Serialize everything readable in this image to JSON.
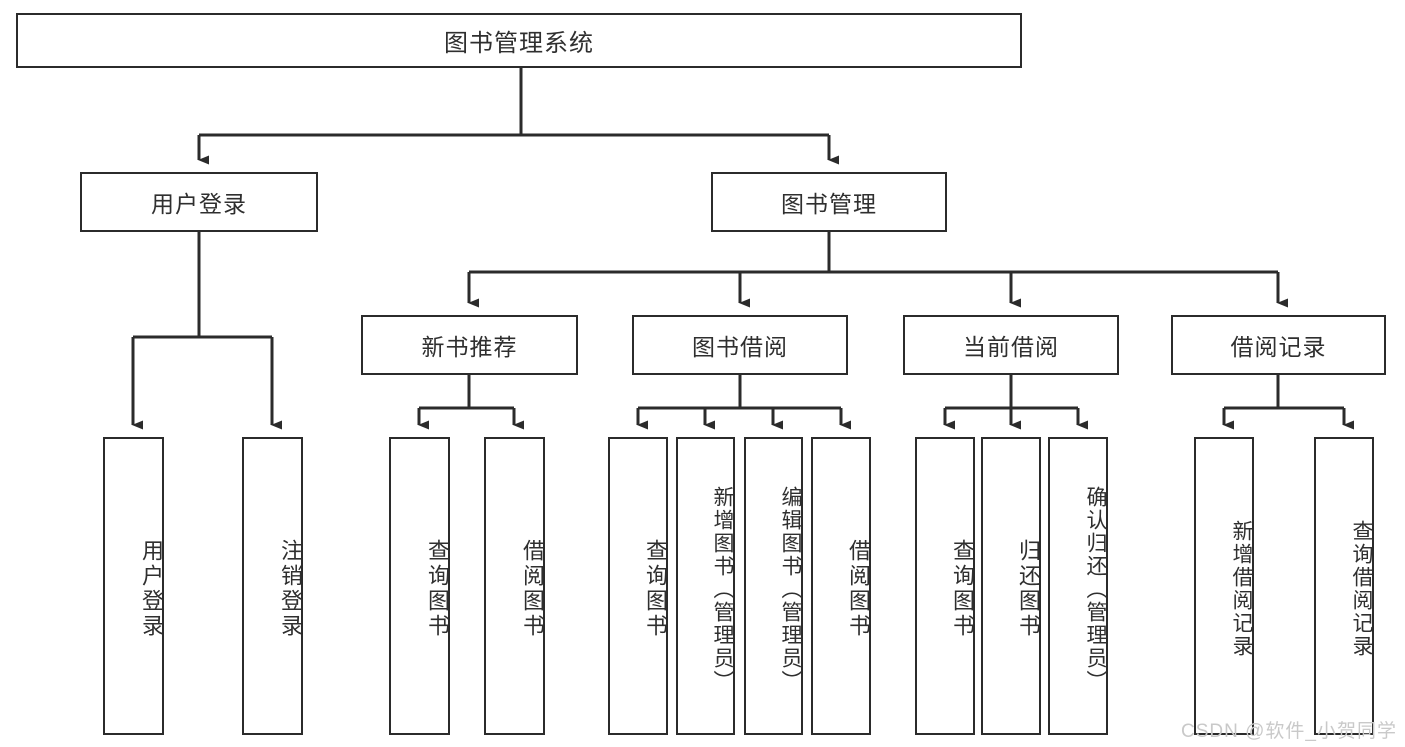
{
  "diagram": {
    "title": "图书管理系统",
    "type": "tree-hierarchy-diagram",
    "watermark": "CSDN @软件_小贺同学",
    "colors": {
      "box_border": "#2b2b2b",
      "box_fill": "#ffffff",
      "connector": "#2b2b2b",
      "text": "#2f2f2f",
      "watermark": "#c9c9c9",
      "background": "#ffffff"
    },
    "root": {
      "label": "图书管理系统"
    },
    "level2": [
      {
        "label": "用户登录"
      },
      {
        "label": "图书管理"
      }
    ],
    "level3": [
      {
        "label": "新书推荐"
      },
      {
        "label": "图书借阅"
      },
      {
        "label": "当前借阅"
      },
      {
        "label": "借阅记录"
      }
    ],
    "leaves": {
      "user_login": [
        {
          "label": "用户登录"
        },
        {
          "label": "注销登录"
        }
      ],
      "new_book_recommend": [
        {
          "label": "查询图书"
        },
        {
          "label": "借阅图书"
        }
      ],
      "book_borrow": [
        {
          "label": "查询图书"
        },
        {
          "label": "新增图书（管理员）"
        },
        {
          "label": "编辑图书（管理员）"
        },
        {
          "label": "借阅图书"
        }
      ],
      "current_borrow": [
        {
          "label": "查询图书"
        },
        {
          "label": "归还图书"
        },
        {
          "label": "确认归还（管理员）"
        }
      ],
      "borrow_record": [
        {
          "label": "新增借阅记录"
        },
        {
          "label": "查询借阅记录"
        }
      ]
    }
  }
}
